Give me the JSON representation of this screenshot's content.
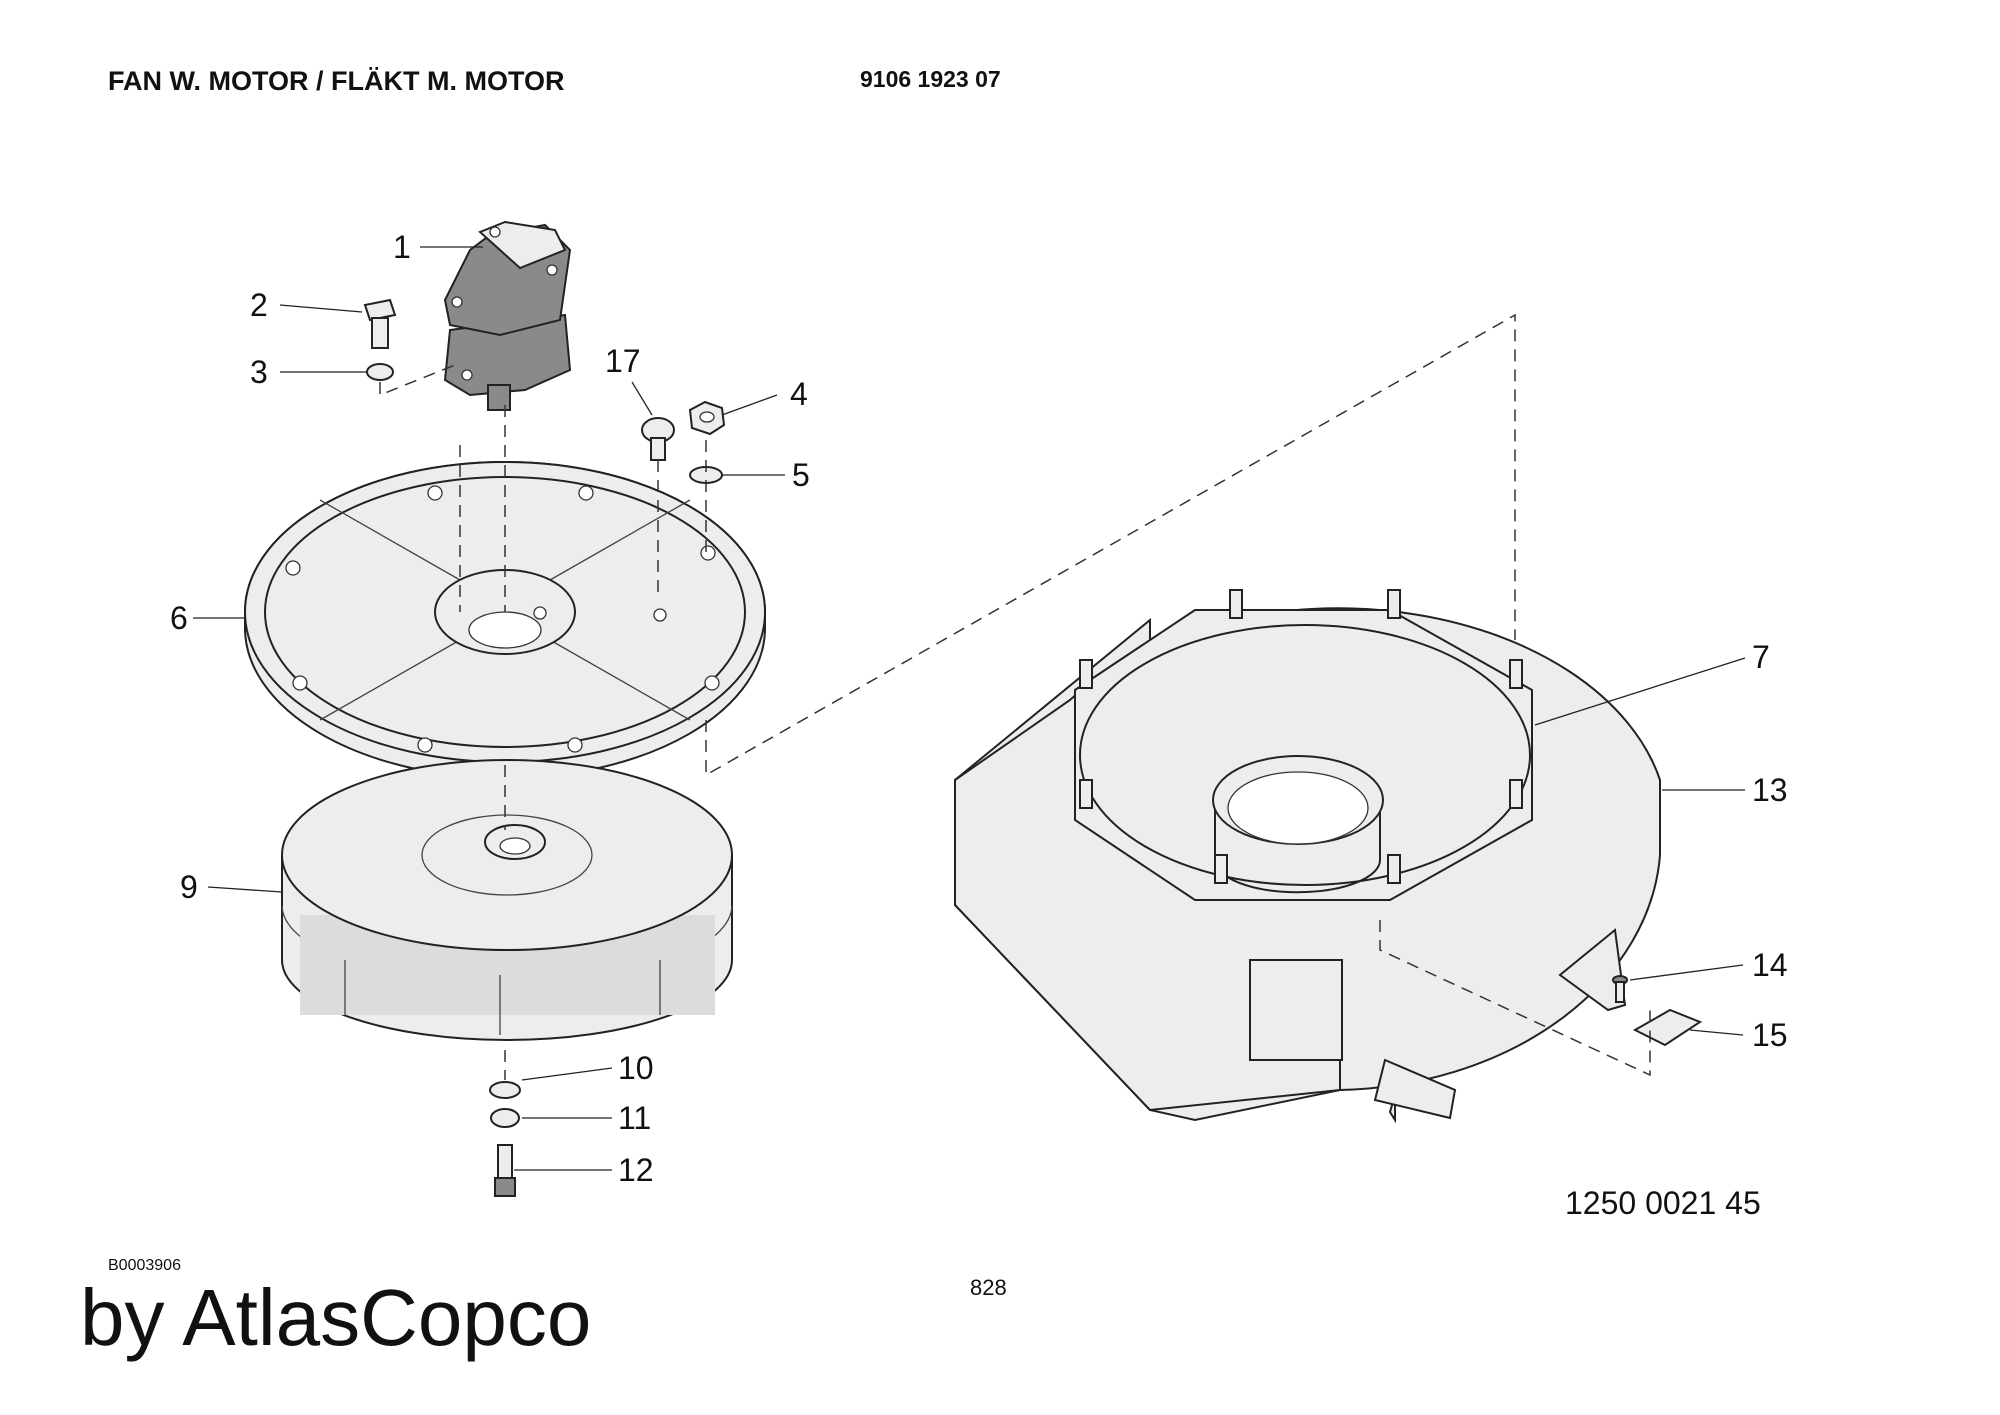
{
  "header": {
    "title": "FAN W. MOTOR / FLÄKT M. MOTOR",
    "code": "9106 1923 07"
  },
  "drawing_number": "1250 0021 45",
  "reference_code": "B0003906",
  "page_number": "828",
  "brand": "by AtlasCopco",
  "callouts": [
    "1",
    "2",
    "3",
    "17",
    "4",
    "5",
    "6",
    "7",
    "13",
    "9",
    "14",
    "15",
    "10",
    "11",
    "12"
  ],
  "colors": {
    "part_fill": "#ededed",
    "part_dark": "#7a7a7a",
    "line": "#222222"
  }
}
